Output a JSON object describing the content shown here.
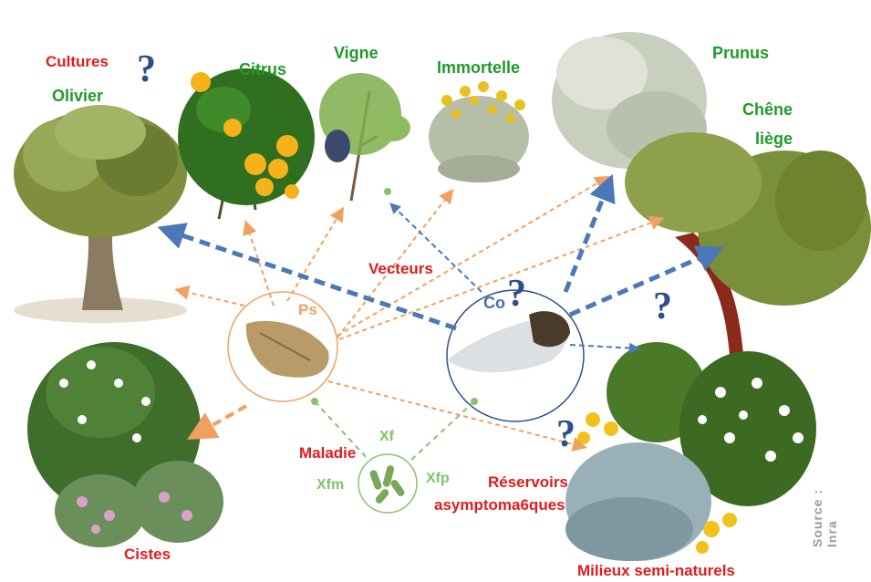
{
  "labels": {
    "cultures": "Cultures",
    "olivier": "Olivier",
    "citrus": "Citrus",
    "vigne": "Vigne",
    "immortelle": "Immortelle",
    "prunus": "Prunus",
    "chene": "Chêne",
    "liege": "liège",
    "vecteurs": "Vecteurs",
    "ps": "Ps",
    "co": "Co",
    "maladie": "Maladie",
    "xf": "Xf",
    "xfm": "Xfm",
    "xfp": "Xfp",
    "reservoirs": "Réservoirs",
    "asymptomatiques": "asymptoma6ques",
    "cistes": "Cistes",
    "milieux": "Milieux semi-naturels",
    "question": "?",
    "source": "Source : Inra"
  },
  "colors": {
    "crop_label": "#1f9a2a",
    "category_label": "#e11b1b",
    "ps_arrow": "#f0a060",
    "co_arrow": "#4a78b8",
    "xf_arrow": "#8bbf6e",
    "question_mark": "#2d4e8a"
  },
  "icons": [
    "olive-tree",
    "citrus-branch",
    "vine",
    "immortelle-flowers",
    "cork-oak-tree",
    "prunus-tree",
    "cistus-shrub",
    "semi-natural-shrubs",
    "spittlebug",
    "cicada",
    "bacteria"
  ]
}
